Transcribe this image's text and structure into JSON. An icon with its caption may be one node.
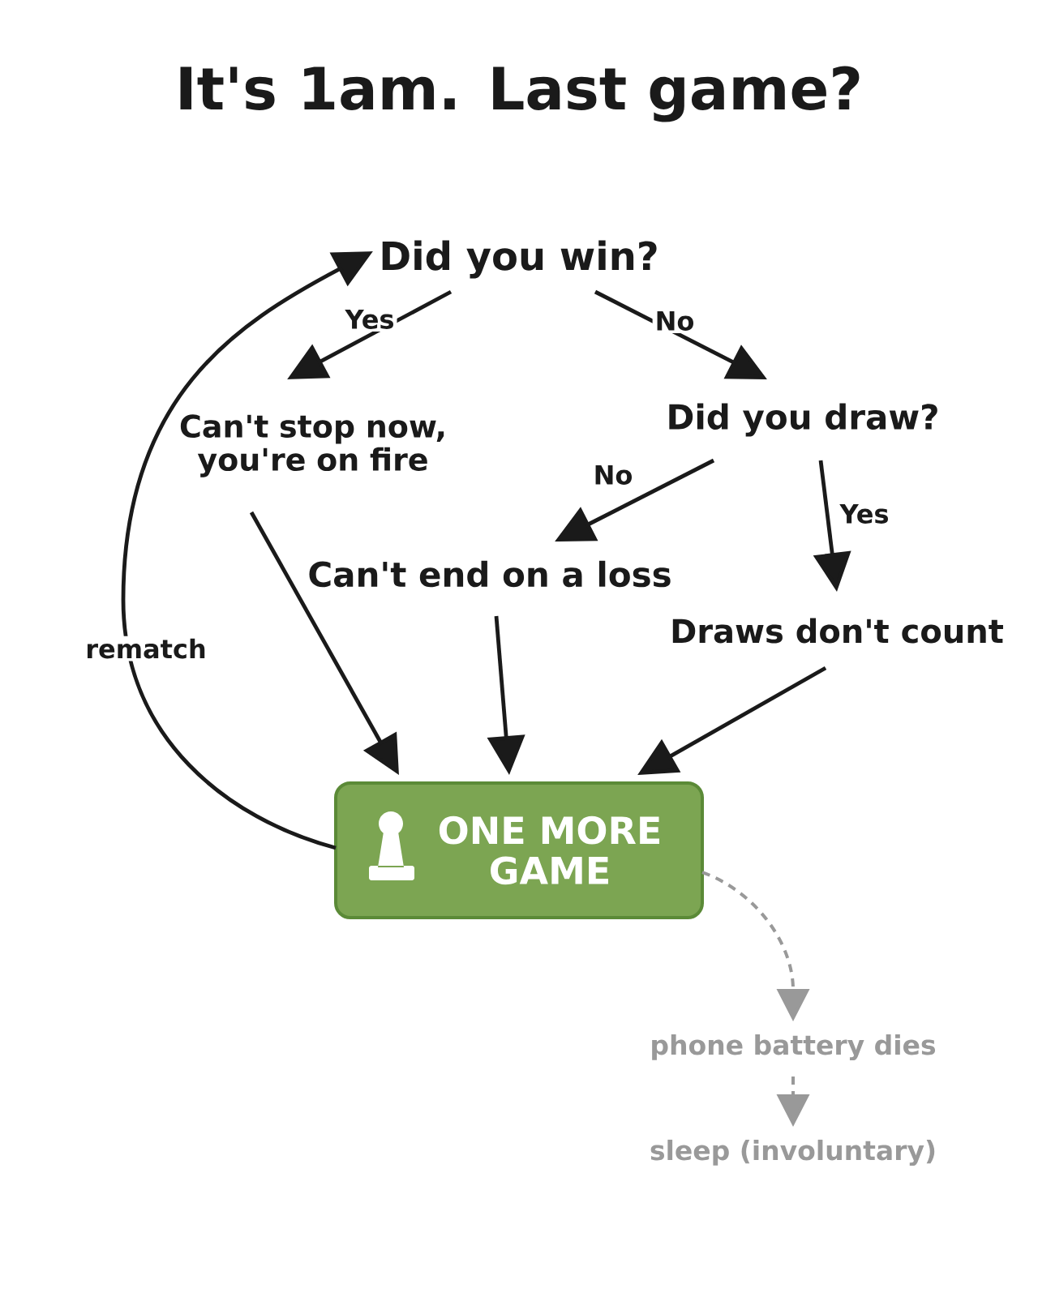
{
  "diagram": {
    "title": "It's 1am. Last game?",
    "nodes": [
      {
        "text": [
          "Did you win?"
        ]
      },
      {
        "text": [
          "Can't stop now, you're on fire"
        ]
      },
      {
        "text": [
          "Did you draw?"
        ]
      },
      {
        "text": [
          "Can't end on a loss"
        ]
      },
      {
        "text": [
          "Draws don't count"
        ]
      },
      {
        "text": [
          "ONE MORE GAME"
        ]
      },
      {
        "text": [
          "phone battery dies"
        ]
      },
      {
        "text": [
          "sleep (involuntary)"
        ]
      }
    ],
    "edges": [
      {
        "from": 0,
        "to": 1,
        "arrow": "to",
        "label": "Yes"
      },
      {
        "from": 0,
        "to": 2,
        "arrow": "to",
        "label": "No"
      },
      {
        "from": 2,
        "to": 3,
        "arrow": "to",
        "label": "No"
      },
      {
        "from": 2,
        "to": 4,
        "arrow": "to",
        "label": "Yes"
      },
      {
        "from": 1,
        "to": 5,
        "arrow": "to"
      },
      {
        "from": 3,
        "to": 5,
        "arrow": "to"
      },
      {
        "from": 4,
        "to": 5,
        "arrow": "to"
      },
      {
        "from": 5,
        "to": 0,
        "arrow": "to",
        "label": "rematch"
      },
      {
        "from": 5,
        "to": 6,
        "arrow": "to",
        "style": "dashed",
        "color": "#999999"
      },
      {
        "from": 6,
        "to": 7,
        "arrow": "to",
        "style": "dashed",
        "color": "#999999"
      }
    ]
  }
}
